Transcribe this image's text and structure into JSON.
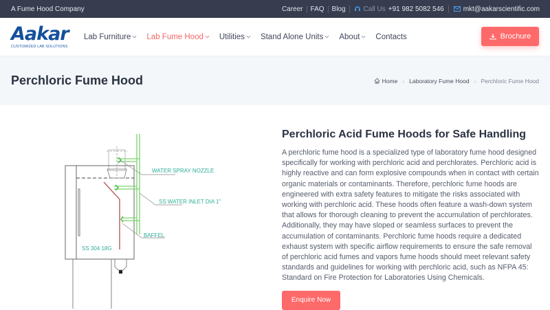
{
  "topbar": {
    "tagline": "A Fume Hood Company",
    "links": [
      "Career",
      "FAQ",
      "Blog"
    ],
    "call_label": "Call Us",
    "phone": "+91 982 5082 546",
    "email": "mkt@aakarscientific.com"
  },
  "header": {
    "logo_text": "Aakar",
    "logo_tagline": "CUSTOMIZED LAB SOLUTIONS",
    "nav": [
      {
        "label": "Lab Furniture",
        "dropdown": true,
        "active": false
      },
      {
        "label": "Lab Fume Hood",
        "dropdown": true,
        "active": true
      },
      {
        "label": "Utilities",
        "dropdown": true,
        "active": false
      },
      {
        "label": "Stand Alone Units",
        "dropdown": true,
        "active": false
      },
      {
        "label": "About",
        "dropdown": true,
        "active": false
      },
      {
        "label": "Contacts",
        "dropdown": false,
        "active": false
      }
    ],
    "brochure_label": "Brochure"
  },
  "page_header": {
    "title": "Perchloric Fume Hood",
    "breadcrumb": [
      "Home",
      "Laboratory Fume Hood",
      "Perchloric Fume Hood"
    ]
  },
  "figure": {
    "labels": {
      "nozzle": "WATER SPRAY NOZZLE",
      "inlet": "SS WATER INLET DIA 1\"",
      "baffel": "BAFFEL",
      "material": "SS 304 18G"
    }
  },
  "content": {
    "heading": "Perchloric Acid Fume Hoods for Safe Handling",
    "body": "A perchloric fume hood is a specialized type of laboratory fume hood designed specifically for working with perchloric acid and perchlorates. Perchloric acid is highly reactive and can form explosive compounds when in contact with certain organic materials or contaminants. Therefore, perchloric fume hoods are engineered with extra safety features to mitigate the risks associated with working with perchloric acid. These hoods often feature a wash-down system that allows for thorough cleaning to prevent the accumulation of perchlorates. Additionally, they may have sloped or seamless surfaces to prevent the accumulation of contaminants. Perchloric fume hoods require a dedicated exhaust system with specific airflow requirements to ensure the safe removal of perchloric acid fumes and vapors fume hoods should meet relevant safety standards and guidelines for working with perchloric acid, such as NFPA 45: Standard on Fire Protection for Laboratories Using Chemicals.",
    "cta_label": "Enquire Now"
  },
  "colors": {
    "accent": "#fe6969",
    "topbar_bg": "#373d4f",
    "brand_blue": "#14509c",
    "pagehead_bg": "#f4f7fa"
  }
}
